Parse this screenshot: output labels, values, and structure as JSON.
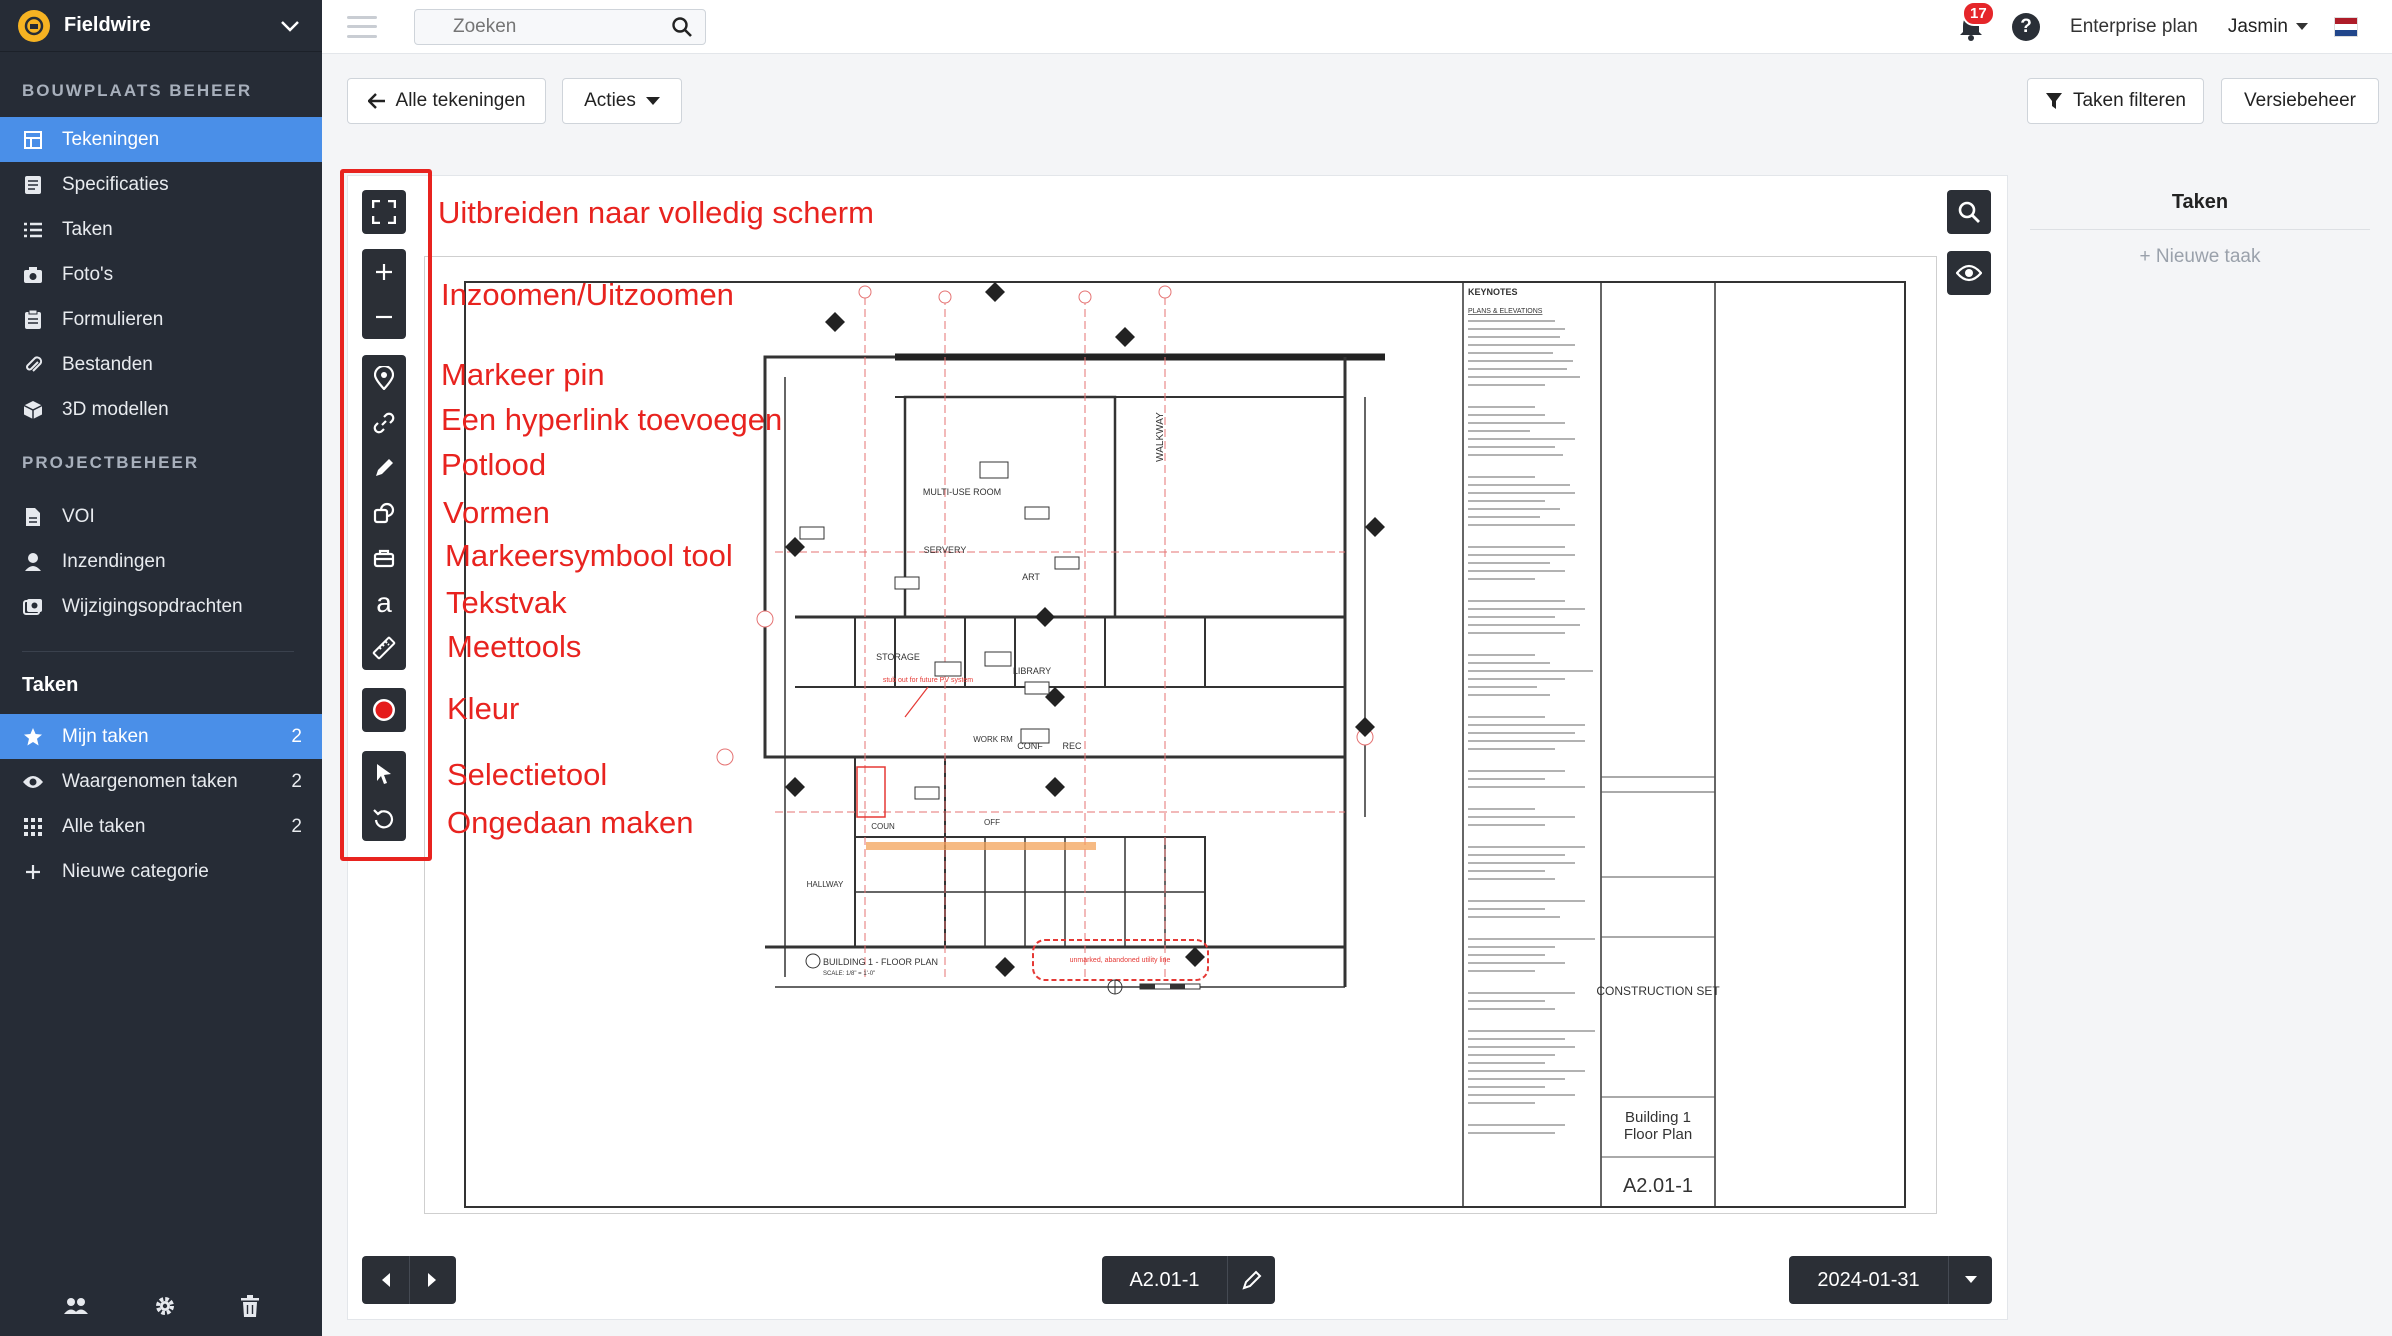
{
  "app": {
    "name": "Fieldwire"
  },
  "sidebar": {
    "section_site": "BOUWPLAATS BEHEER",
    "site_items": [
      {
        "label": "Tekeningen",
        "icon": "drawings-icon",
        "active": true
      },
      {
        "label": "Specificaties",
        "icon": "specs-icon"
      },
      {
        "label": "Taken",
        "icon": "list-icon"
      },
      {
        "label": "Foto's",
        "icon": "camera-icon"
      },
      {
        "label": "Formulieren",
        "icon": "forms-icon"
      },
      {
        "label": "Bestanden",
        "icon": "paperclip-icon"
      },
      {
        "label": "3D modellen",
        "icon": "cube-icon"
      }
    ],
    "section_project": "PROJECTBEHEER",
    "project_items": [
      {
        "label": "VOI",
        "icon": "document-icon"
      },
      {
        "label": "Inzendingen",
        "icon": "person-icon"
      },
      {
        "label": "Wijzigingsopdrachten",
        "icon": "change-order-icon"
      }
    ],
    "taken_title": "Taken",
    "task_items": [
      {
        "label": "Mijn taken",
        "count": "2",
        "icon": "star-icon",
        "active": true
      },
      {
        "label": "Waargenomen taken",
        "count": "2",
        "icon": "eye-icon"
      },
      {
        "label": "Alle taken",
        "count": "2",
        "icon": "grid-icon"
      },
      {
        "label": "Nieuwe categorie",
        "icon": "plus-icon"
      }
    ]
  },
  "topbar": {
    "search_placeholder": "Zoeken",
    "notification_count": "17",
    "plan": "Enterprise plan",
    "user": "Jasmin"
  },
  "actions": {
    "all_drawings": "Alle tekeningen",
    "acties": "Acties",
    "filter_tasks": "Taken filteren",
    "version_mgmt": "Versiebeheer"
  },
  "annotations": {
    "fullscreen": "Uitbreiden naar volledig scherm",
    "zoom": "Inzoomen/Uitzoomen",
    "pin": "Markeer pin",
    "hyperlink": "Een hyperlink toevoegen",
    "pencil": "Potlood",
    "shapes": "Vormen",
    "marker": "Markeersymbool tool",
    "text": "Tekstvak",
    "measure": "Meettools",
    "color": "Kleur",
    "select": "Selectietool",
    "undo": "Ongedaan maken"
  },
  "tools": {
    "text_glyph": "a"
  },
  "viewer": {
    "sheet_name": "A2.01-1",
    "date": "2024-01-31",
    "title_block": {
      "keynotes": "KEYNOTES",
      "plans_elevations": "PLANS & ELEVATIONS",
      "construction_set": "CONSTRUCTION SET",
      "building": "Building 1",
      "floor_plan": "Floor Plan",
      "sheet_number": "A2.01-1"
    },
    "plan_labels": {
      "multi_use": "MULTI-USE ROOM",
      "art": "ART",
      "library": "LIBRARY",
      "storage": "STORAGE",
      "servery": "SERVERY",
      "walkway": "WALKWAY",
      "conf": "CONF",
      "rec": "REC",
      "work_rm": "WORK RM",
      "off": "OFF",
      "coun": "COUN",
      "hallway": "HALLWAY",
      "floor_plan_title": "BUILDING 1 - FLOOR PLAN",
      "scale": "SCALE: 1/8\" = 1'-0\"",
      "markup_note": "unmarked, abandoned utility line",
      "markup_stub": "stub out for future PV system"
    }
  },
  "task_panel": {
    "title": "Taken",
    "new_task": "+ Nieuwe taak"
  },
  "colors": {
    "sidebar_bg": "#262c36",
    "active_blue": "#4a8fe8",
    "annotation_red": "#e8231f",
    "toolbar_dark": "#2b2f36",
    "markup_orange": "#f3a35a"
  }
}
